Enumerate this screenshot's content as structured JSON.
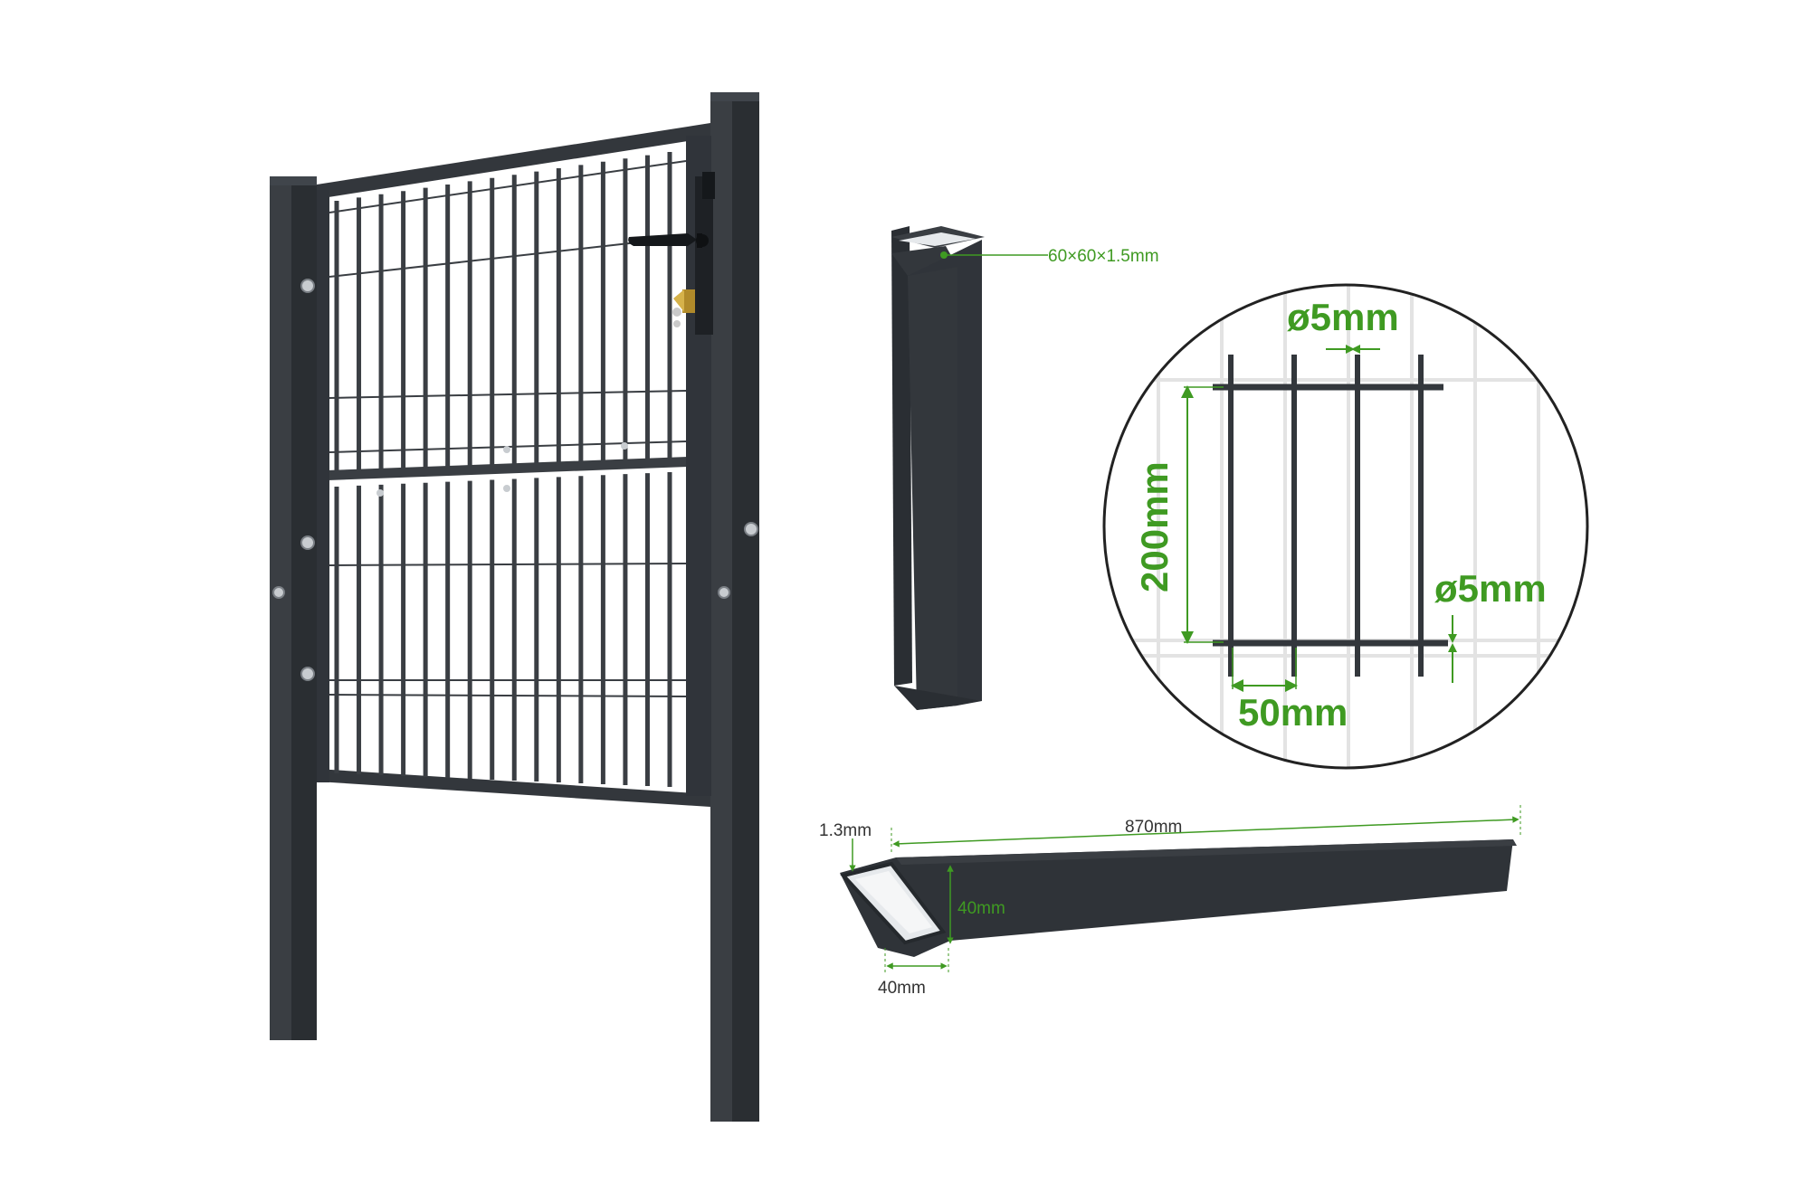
{
  "colors": {
    "frame": "#33373c",
    "frame_shade": "#25292d",
    "frame_light": "#4a4f55",
    "mesh": "#3a3e43",
    "dimension": "#3f9a22",
    "inner_metal": "#e6e9ec",
    "background": "#ffffff"
  },
  "post_label": "60×60×1.5mm",
  "mesh_detail": {
    "wire_top_label": "ø5mm",
    "height_label": "200mm",
    "wire_side_label": "ø5mm",
    "width_label": "50mm"
  },
  "ground_spike": {
    "thickness_label": "1.3mm",
    "length_label": "870mm",
    "height_label": "40mm",
    "width_label": "40mm"
  },
  "icons": {
    "gate": "garden-gate-icon",
    "handle": "door-handle-icon",
    "padlock": "padlock-icon"
  }
}
